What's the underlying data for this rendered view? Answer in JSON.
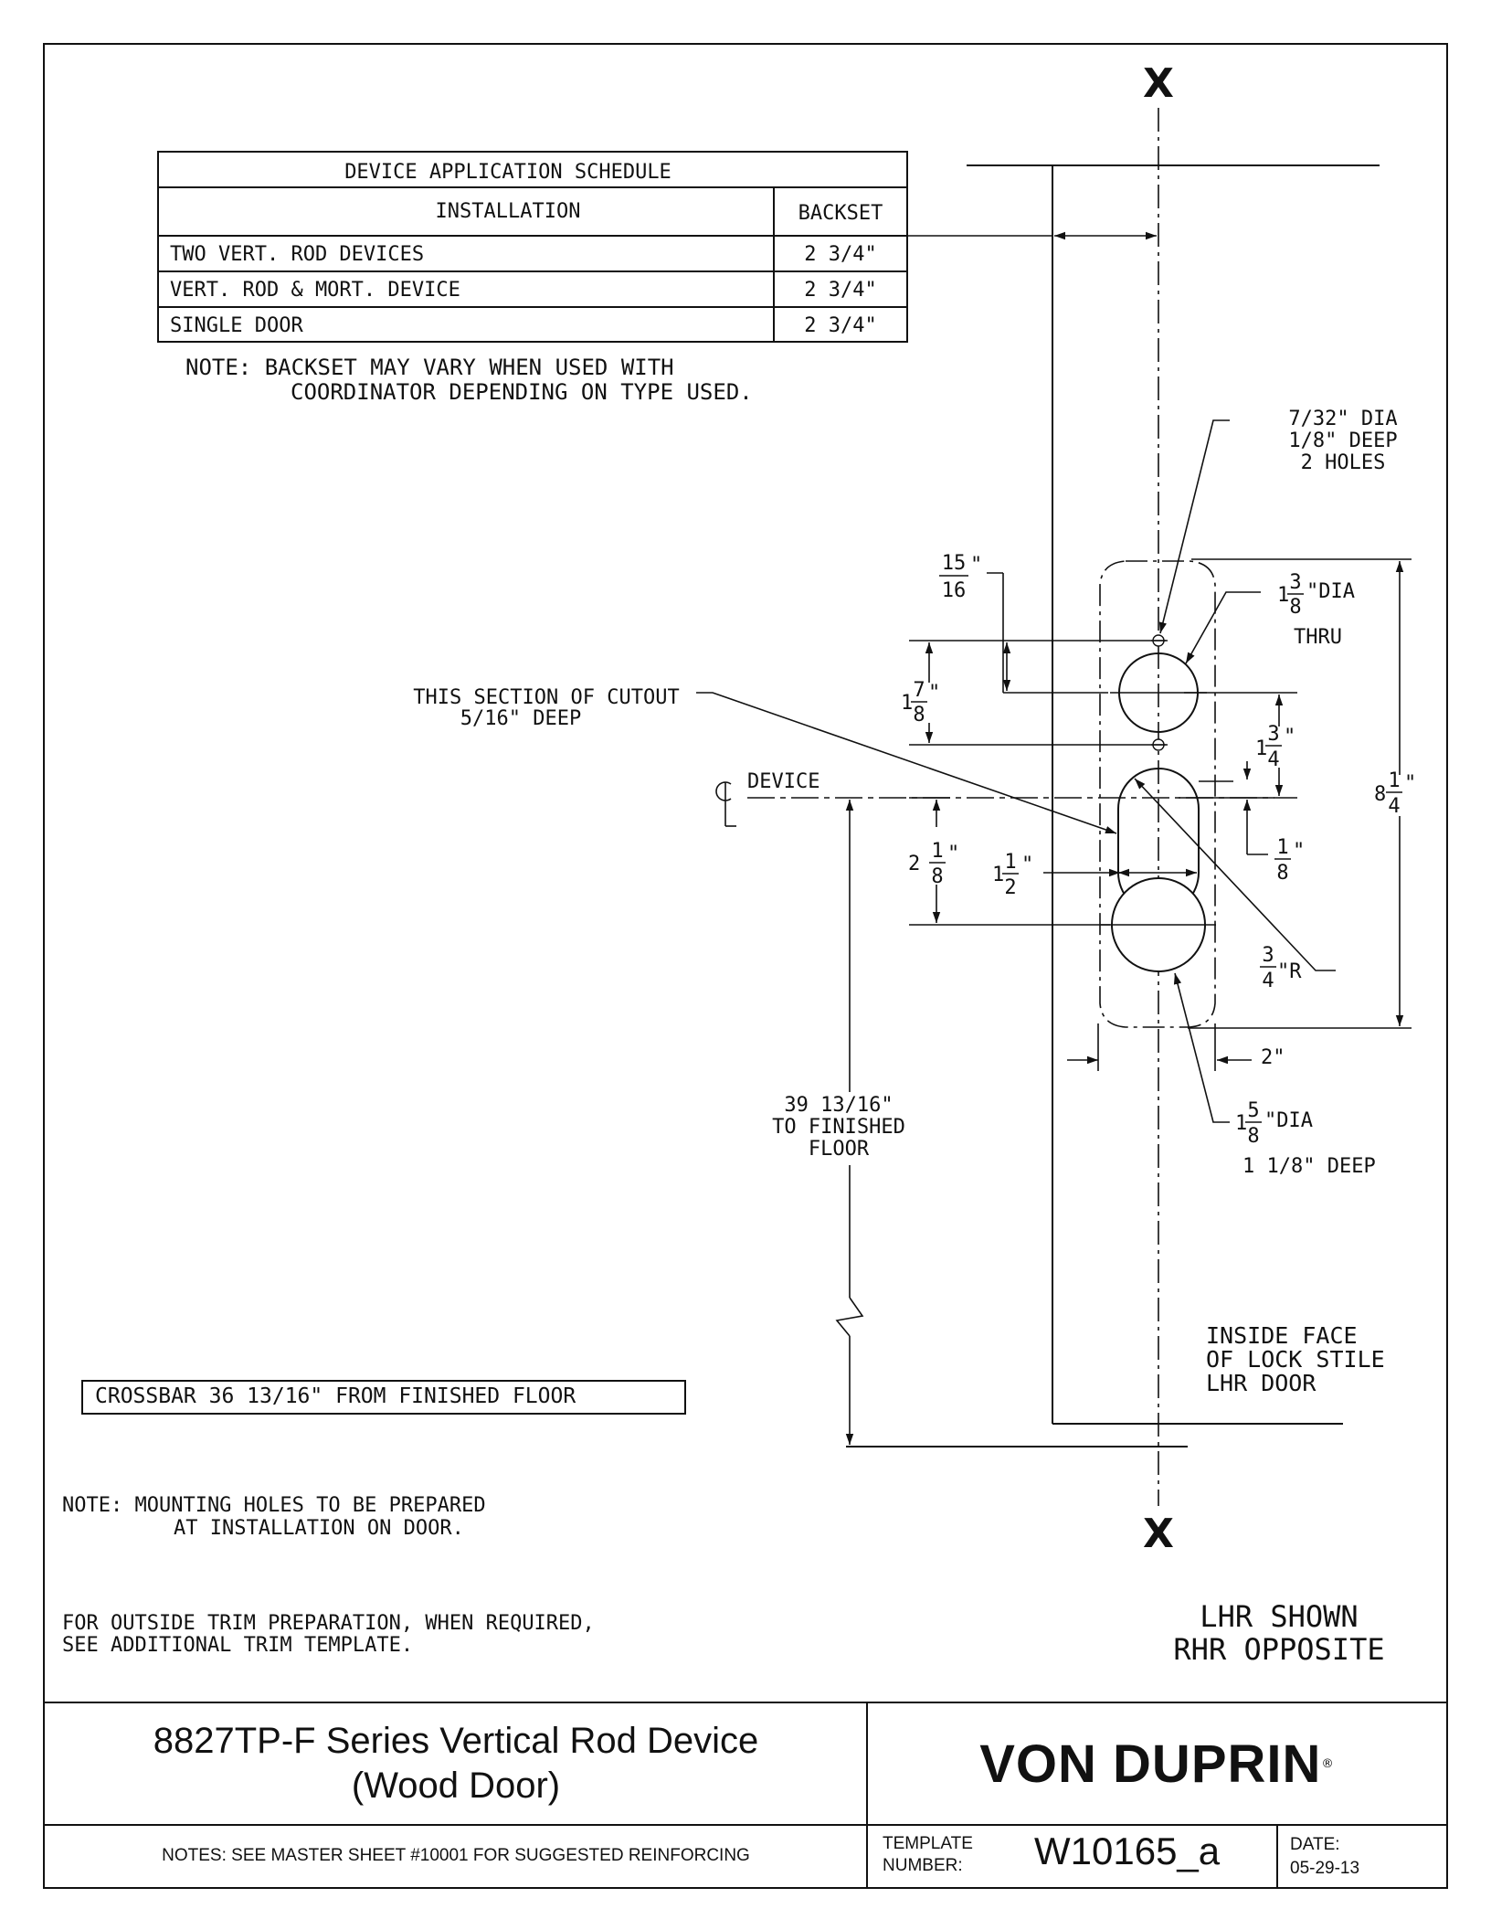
{
  "schedule": {
    "title": "DEVICE APPLICATION SCHEDULE",
    "col_installation": "INSTALLATION",
    "col_backset": "BACKSET",
    "rows": [
      {
        "installation": "TWO VERT. ROD DEVICES",
        "backset": "2 3/4\""
      },
      {
        "installation": "VERT. ROD & MORT. DEVICE",
        "backset": "2 3/4\""
      },
      {
        "installation": "SINGLE DOOR",
        "backset": "2 3/4\""
      }
    ]
  },
  "notes": {
    "backset_line1": "NOTE: BACKSET MAY VARY WHEN USED WITH",
    "backset_line2": "COORDINATOR DEPENDING ON TYPE USED.",
    "crossbar": "CROSSBAR 36 13/16\" FROM FINISHED FLOOR",
    "mounting_line1": "NOTE: MOUNTING HOLES TO BE PREPARED",
    "mounting_line2": "AT INSTALLATION ON DOOR.",
    "trim_line1": "FOR OUTSIDE TRIM PREPARATION, WHEN REQUIRED,",
    "trim_line2": "SEE ADDITIONAL TRIM TEMPLATE.",
    "hand_line1": "LHR SHOWN",
    "hand_line2": "RHR OPPOSITE"
  },
  "markers": {
    "x_top": "X",
    "x_bottom": "X",
    "centerline": "DEVICE"
  },
  "callouts": {
    "small_holes_line1": "7/32\" DIA",
    "small_holes_line2": "1/8\" DEEP",
    "small_holes_line3": "2 HOLES",
    "upper_hole_whole": "1",
    "upper_hole_num": "3",
    "upper_hole_den": "8",
    "upper_hole_suffix": "\"DIA",
    "upper_hole_note": "THRU",
    "cutout_line1": "THIS SECTION OF CUTOUT",
    "cutout_line2": "5/16\" DEEP",
    "lower_hole_whole": "1",
    "lower_hole_num": "5",
    "lower_hole_den": "8",
    "lower_hole_suffix": "\"DIA",
    "lower_hole_note": "1 1/8\" DEEP",
    "floor_line1": "39 13/16\"",
    "floor_line2": "TO FINISHED",
    "floor_line3": "FLOOR",
    "stile_line1": "INSIDE FACE",
    "stile_line2": "OF LOCK STILE",
    "stile_line3": "LHR DOOR"
  },
  "dimensions": {
    "d15_16_num": "15",
    "d15_16_den": "16",
    "d1_7_8_whole": "1",
    "d1_7_8_num": "7",
    "d1_7_8_den": "8",
    "d1_3_4_whole": "1",
    "d1_3_4_num": "3",
    "d1_3_4_den": "4",
    "d8_1_4_whole": "8",
    "d8_1_4_num": "1",
    "d8_1_4_den": "4",
    "d1_8_num": "1",
    "d1_8_den": "8",
    "d2_1_8_whole": "2",
    "d2_1_8_num": "1",
    "d2_1_8_den": "8",
    "d1_1_2_whole": "1",
    "d1_1_2_num": "1",
    "d1_1_2_den": "2",
    "d3_4R_num": "3",
    "d3_4R_den": "4",
    "d3_4R_suffix": "\"R",
    "inch": "\"",
    "d2in": "2\""
  },
  "title_block": {
    "title_line1": "8827TP-F Series Vertical Rod Device",
    "title_line2": "(Wood Door)",
    "brand": "VON DUPRIN",
    "brand_mark": "®",
    "notes": "NOTES: SEE MASTER SHEET #10001 FOR SUGGESTED REINFORCING",
    "template_label_line1": "TEMPLATE",
    "template_label_line2": "NUMBER:",
    "template_number": "W10165_a",
    "date_label": "DATE:",
    "date": "05-29-13"
  }
}
